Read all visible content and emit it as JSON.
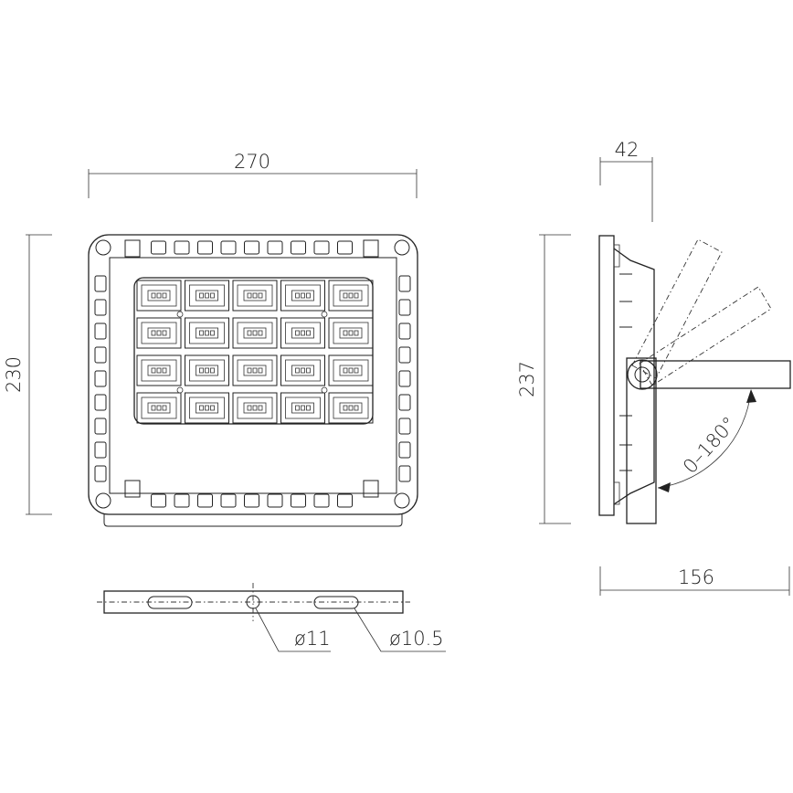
{
  "dimensions": {
    "front_width": "270",
    "front_height": "230",
    "side_depth": "42",
    "side_height": "237",
    "bracket_reach": "156",
    "rotation_range": "0–180°"
  },
  "holes": {
    "center_hole": "ø11",
    "slot_hole": "ø10.5"
  },
  "led_matrix": {
    "rows": 4,
    "cols": 5
  },
  "colors": {
    "line": "#222222",
    "background": "#ffffff"
  }
}
